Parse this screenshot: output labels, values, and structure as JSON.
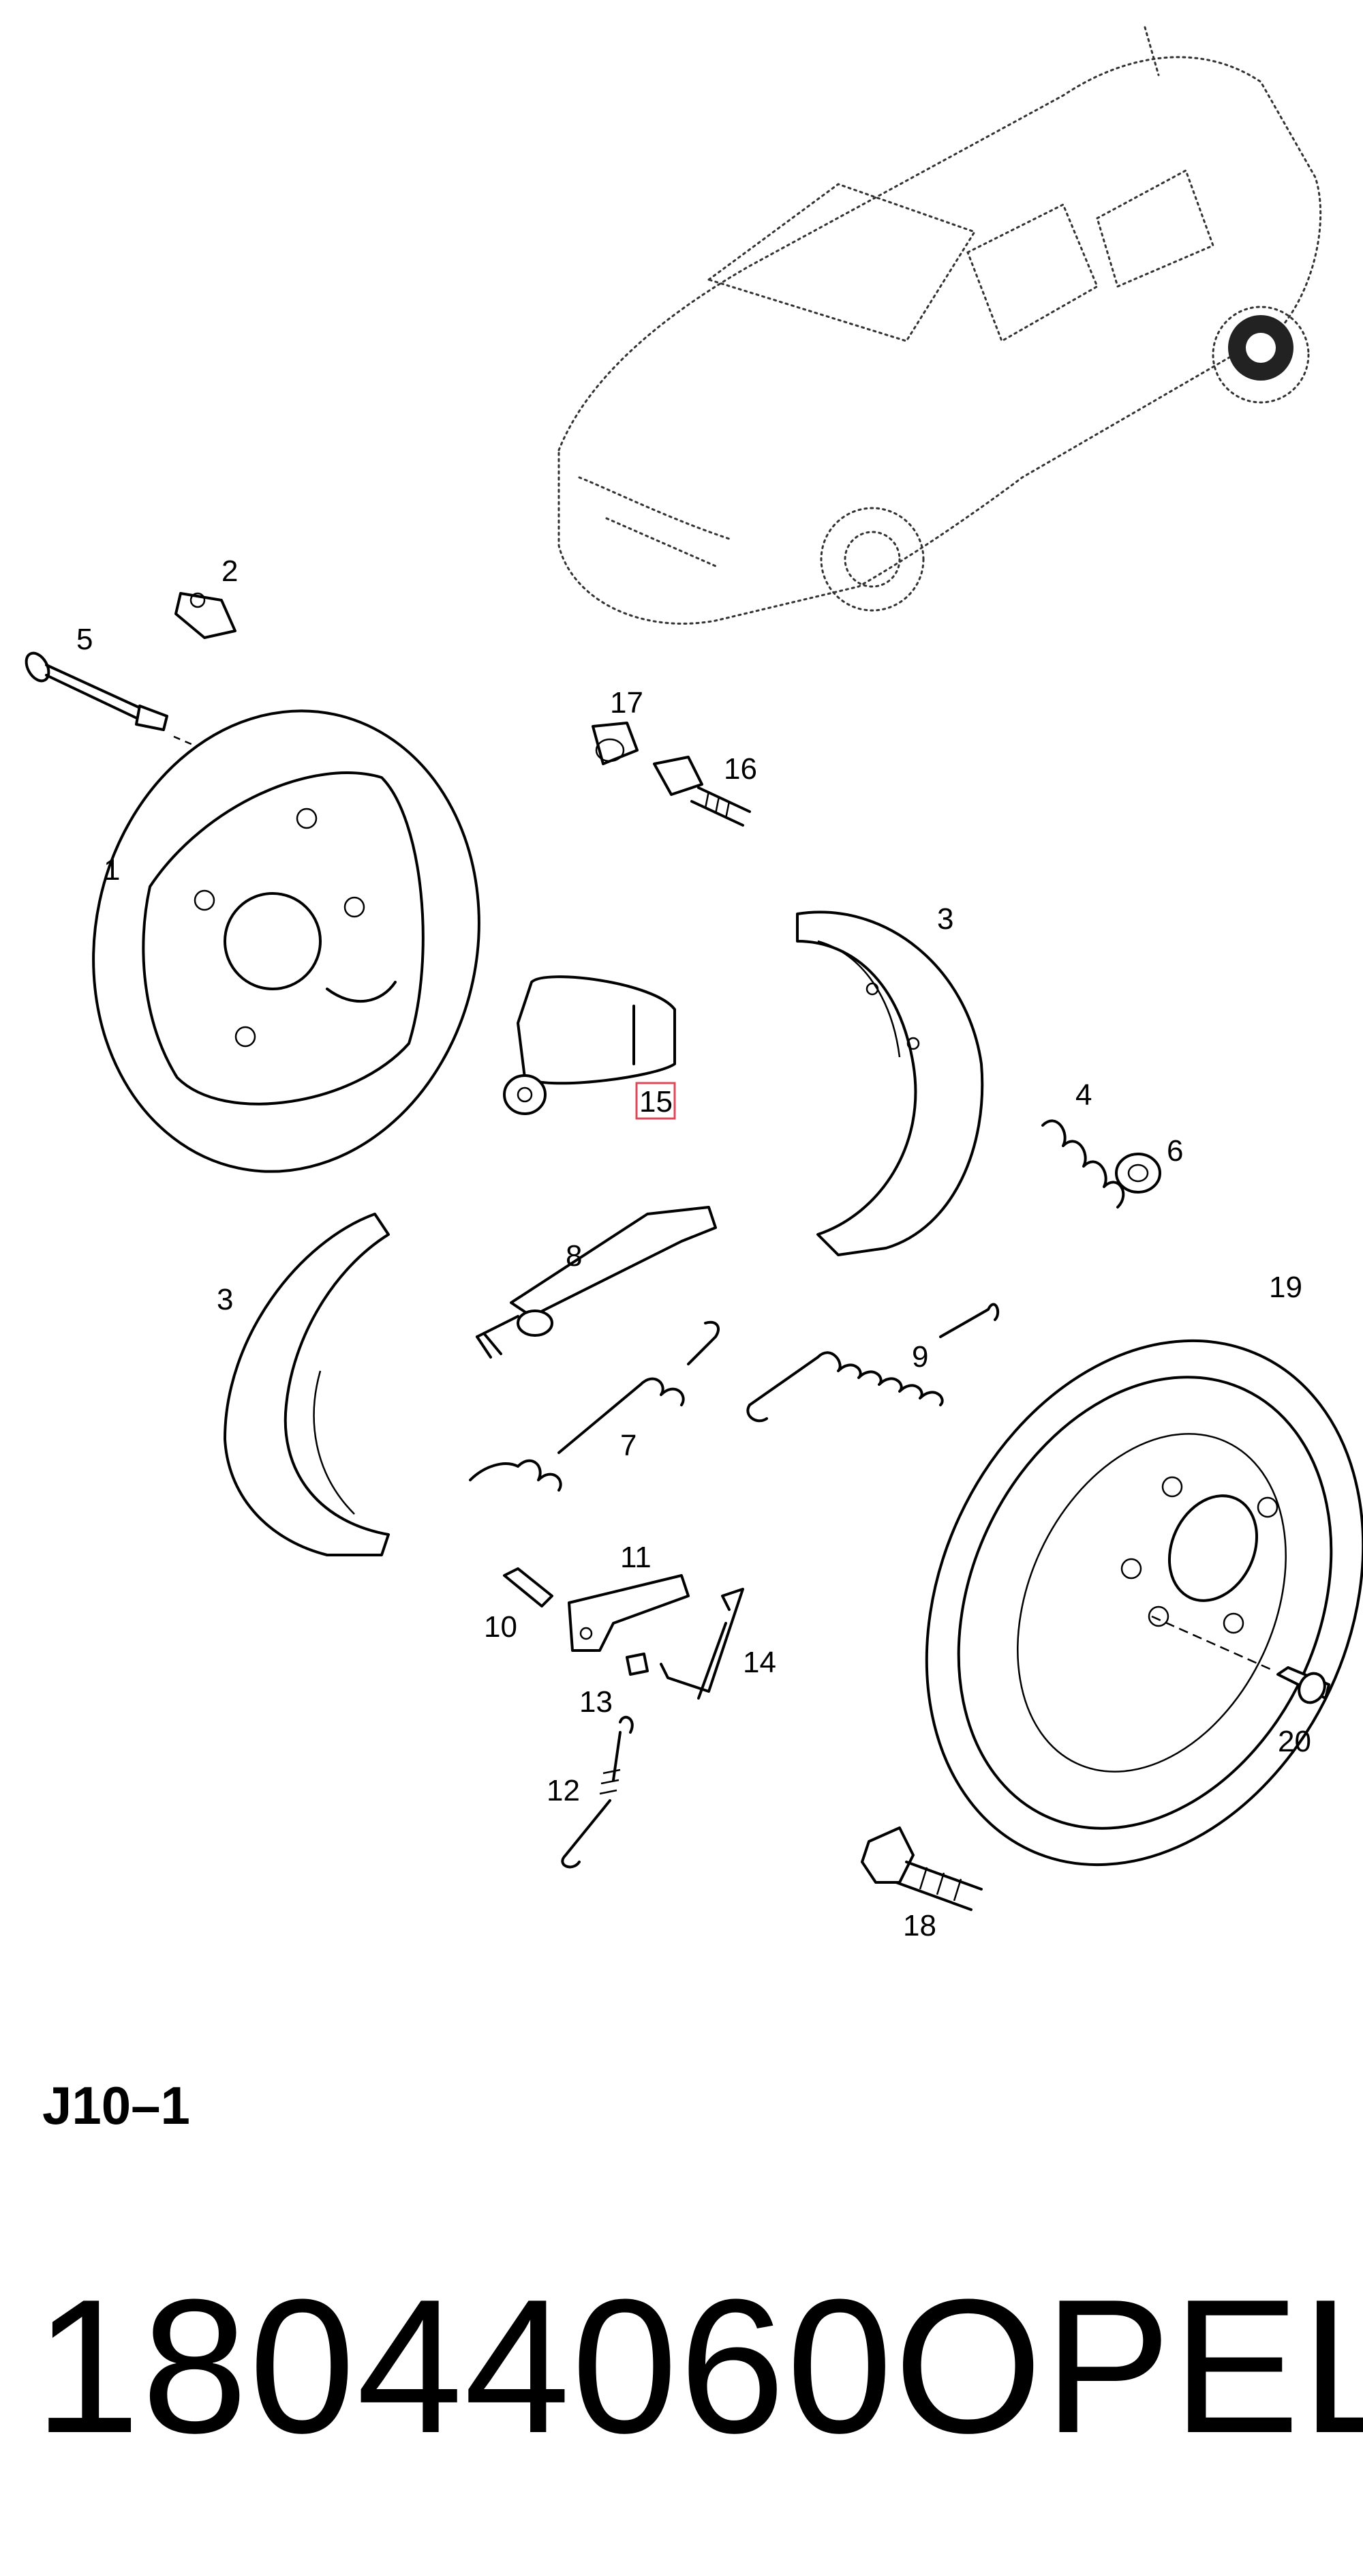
{
  "diagram": {
    "callouts": [
      "1",
      "2",
      "3",
      "3",
      "4",
      "5",
      "6",
      "7",
      "8",
      "9",
      "10",
      "11",
      "12",
      "13",
      "14",
      "15",
      "16",
      "17",
      "18",
      "19",
      "20"
    ],
    "highlighted_callout": "15",
    "highlight_color": "#e0485a"
  },
  "section_code": "J10–1",
  "footer": {
    "part_number": "18044060",
    "brand": "OPEL"
  }
}
